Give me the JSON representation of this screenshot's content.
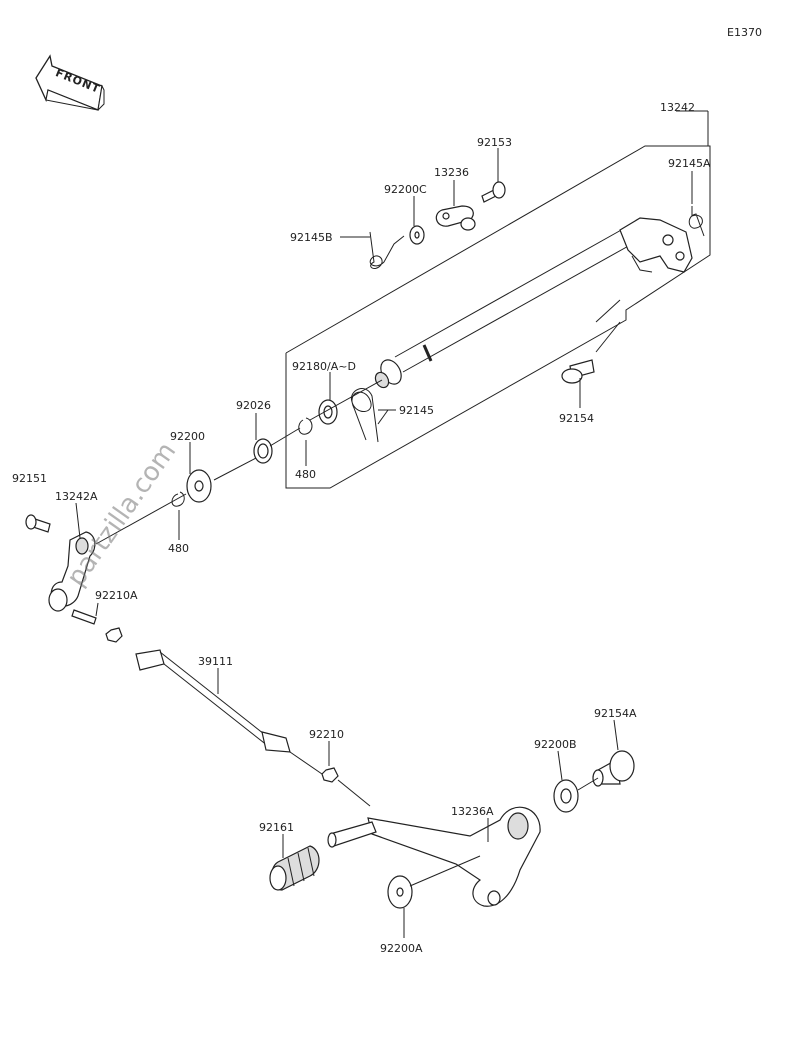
{
  "diagram_code": "E1370",
  "front_label": "FRONT",
  "watermark": "partzilla.com",
  "callouts": {
    "c13242": "13242",
    "c92153": "92153",
    "c13236": "13236",
    "c92145A": "92145A",
    "c92200C": "92200C",
    "c92145B": "92145B",
    "c92180": "92180/A~D",
    "c92145": "92145",
    "c92154": "92154",
    "c92026": "92026",
    "c480a": "480",
    "c92200": "92200",
    "c480b": "480",
    "c92151": "92151",
    "c13242A": "13242A",
    "c92210A": "92210A",
    "c39111": "39111",
    "c92210": "92210",
    "c92154A": "92154A",
    "c92200B": "92200B",
    "c13236A": "13236A",
    "c92161": "92161",
    "c92200A": "92200A"
  }
}
